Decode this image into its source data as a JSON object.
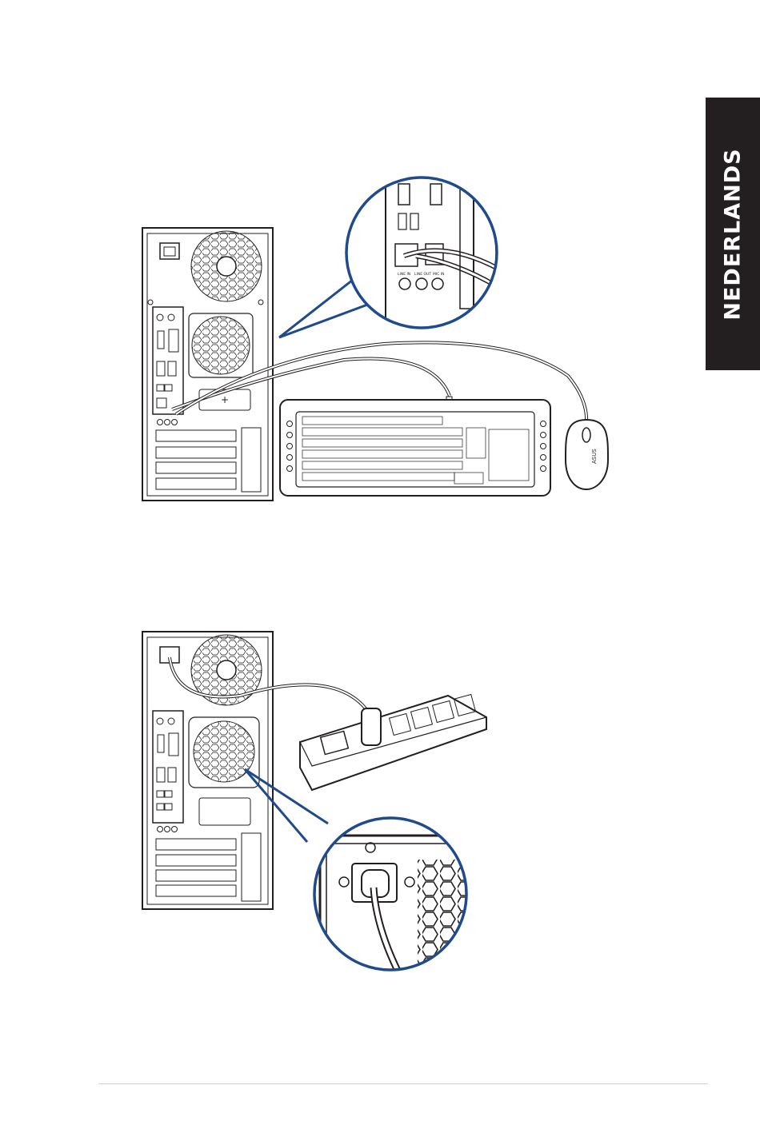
{
  "page": {
    "side_tab": {
      "label": "NEDERLANDS",
      "background": "#231f20",
      "text_color": "#ffffff"
    },
    "accent_color": "#1f4a8c"
  },
  "figure1": {
    "zoom_port_labels": [
      "LINE IN",
      "LINE OUT",
      "MIC IN"
    ],
    "mouse_logo": "ASUS"
  },
  "figure2": {}
}
